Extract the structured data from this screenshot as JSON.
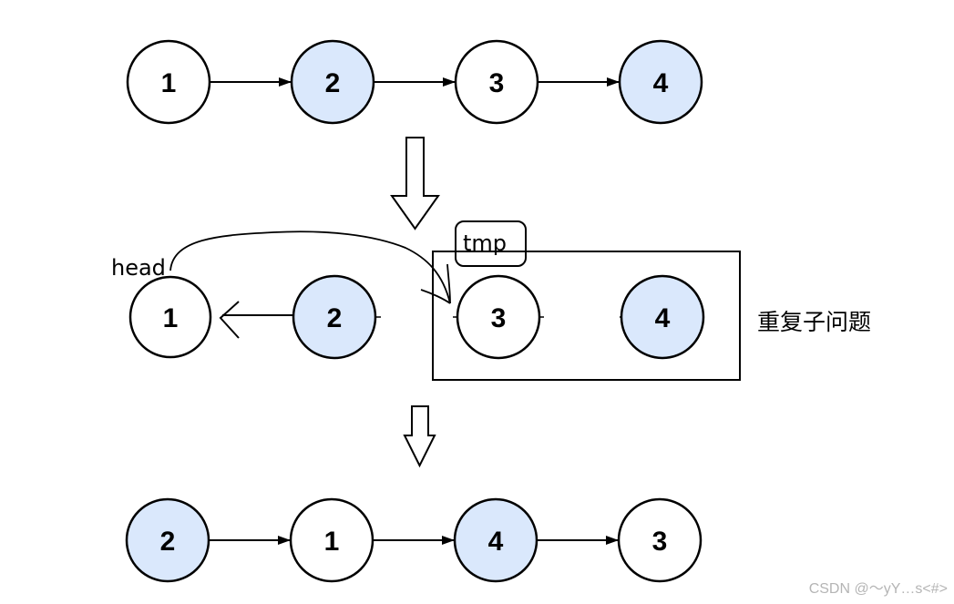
{
  "colors": {
    "highlight_fill": "#dae8fc",
    "plain_fill": "#ffffff",
    "stroke": "#000000"
  },
  "row1": {
    "nodes": [
      "1",
      "2",
      "3",
      "4"
    ],
    "highlighted": [
      false,
      true,
      false,
      true
    ]
  },
  "row2": {
    "nodes": [
      "1",
      "2",
      "3",
      "4"
    ],
    "highlighted": [
      false,
      true,
      false,
      true
    ]
  },
  "row3": {
    "nodes": [
      "2",
      "1",
      "4",
      "3"
    ],
    "highlighted": [
      true,
      false,
      true,
      false
    ]
  },
  "labels": {
    "head": "head",
    "tmp": "tmp",
    "subproblem": "重复子问题"
  },
  "watermark": "CSDN @～yY…s<#>"
}
